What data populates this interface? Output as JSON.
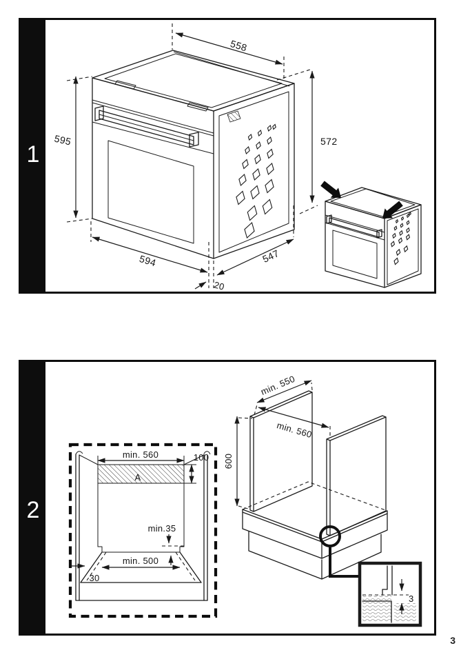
{
  "page": {
    "number": "3"
  },
  "figure1": {
    "index": "1",
    "dimensions": {
      "top_width": "558",
      "front_height": "595",
      "rear_height": "572",
      "front_width": "594",
      "side_depth": "547",
      "front_overhang": "20"
    }
  },
  "figure2": {
    "index": "2",
    "front_view": {
      "niche_width": "min. 560",
      "top_clearance": "100",
      "vent_area": "A",
      "rear_clearance": "min.35",
      "base_width": "min. 500",
      "plinth_recess": "30"
    },
    "iso_view": {
      "side_depth": "min. 550",
      "inner_width": "min. 560",
      "niche_height": "600"
    },
    "detail": {
      "gap": "3"
    }
  }
}
